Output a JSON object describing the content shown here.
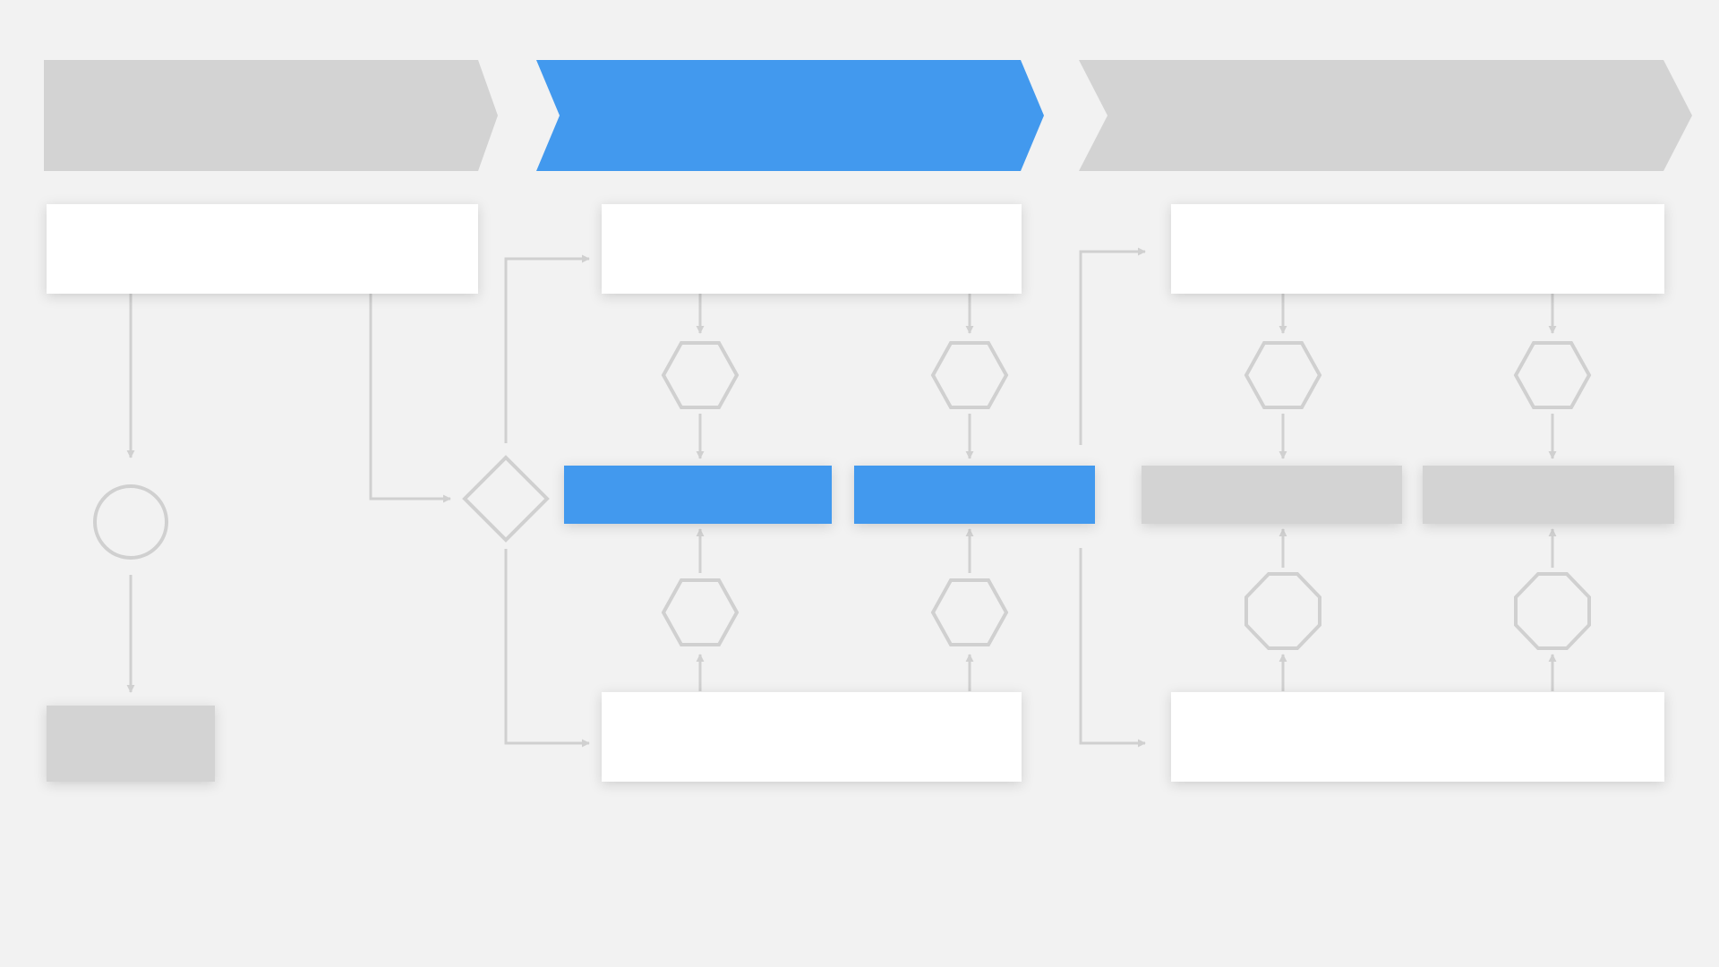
{
  "diagram": {
    "title": "",
    "colors": {
      "background": "#f2f2f2",
      "active_stage": "#4299ee",
      "inactive_stage": "#d3d3d3",
      "card": "#ffffff",
      "connector": "#d0d0d0"
    },
    "stages": [
      {
        "label": "",
        "active": false
      },
      {
        "label": "",
        "active": true
      },
      {
        "label": "",
        "active": false
      }
    ],
    "shapes": {
      "start_event": "circle",
      "end_event": "gray-rectangle",
      "gateway": "diamond",
      "inputs": "hexagon",
      "outputs": "hexagon",
      "stage3_lower_markers": "octagon"
    },
    "nodes": [
      {
        "label": ""
      },
      {
        "label": ""
      },
      {
        "label": ""
      },
      {
        "label": ""
      },
      {
        "label": ""
      },
      {
        "label": ""
      },
      {
        "label": ""
      },
      {
        "label": ""
      }
    ]
  }
}
